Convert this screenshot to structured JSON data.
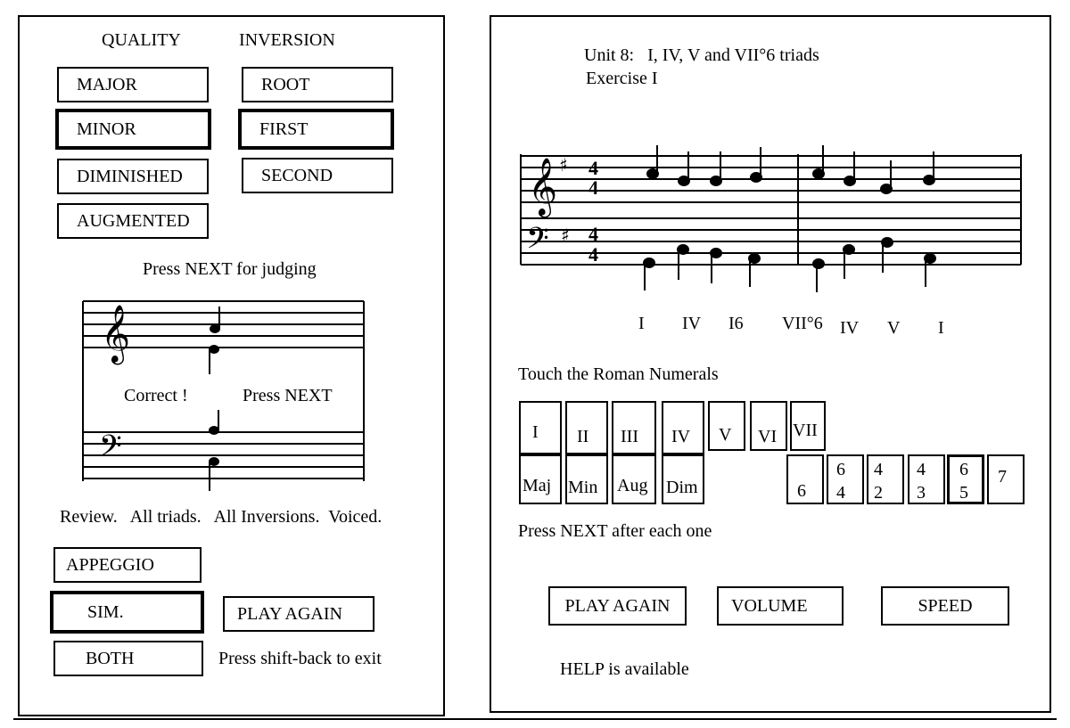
{
  "left": {
    "quality_label": "QUALITY",
    "inversion_label": "INVERSION",
    "quality_options": [
      "MAJOR",
      "MINOR",
      "DIMINISHED",
      "AUGMENTED"
    ],
    "quality_selected": "MINOR",
    "inversion_options": [
      "ROOT",
      "FIRST",
      "SECOND"
    ],
    "inversion_selected": "FIRST",
    "judging_prompt": "Press NEXT for judging",
    "feedback": "Correct !",
    "next_prompt": "Press NEXT",
    "review_text": "Review.   All triads.   All Inversions.  Voiced.",
    "playback_options": [
      "APPEGGIO",
      "SIM.",
      "BOTH"
    ],
    "playback_selected": "SIM.",
    "play_again": "PLAY AGAIN",
    "exit_hint": "Press shift-back to exit"
  },
  "right": {
    "unit_title": "Unit 8:   I, IV, V and VII°6 triads",
    "exercise_label": "Exercise I",
    "roman_numerals_under_staff": [
      "I",
      "IV",
      "I6",
      "VII°6",
      "IV",
      "V",
      "I"
    ],
    "touch_prompt": "Touch the Roman Numerals",
    "numeral_keys": [
      "I",
      "II",
      "III",
      "IV",
      "V",
      "VI",
      "VII"
    ],
    "quality_keys": [
      "Maj",
      "Min",
      "Aug",
      "Dim"
    ],
    "figure_keys": [
      {
        "top": "",
        "bottom": "6"
      },
      {
        "top": "6",
        "bottom": "4"
      },
      {
        "top": "4",
        "bottom": "2"
      },
      {
        "top": "4",
        "bottom": "3"
      },
      {
        "top": "6",
        "bottom": "5"
      },
      {
        "top": "7",
        "bottom": ""
      }
    ],
    "figure_selected_index": 4,
    "next_after_each": "Press NEXT after each one",
    "play_again": "PLAY AGAIN",
    "volume": "VOLUME",
    "speed": "SPEED",
    "help_text": "HELP is available"
  },
  "icons": [
    "treble-clef-icon",
    "bass-clef-icon",
    "sharp-icon",
    "quarter-note-icon"
  ]
}
